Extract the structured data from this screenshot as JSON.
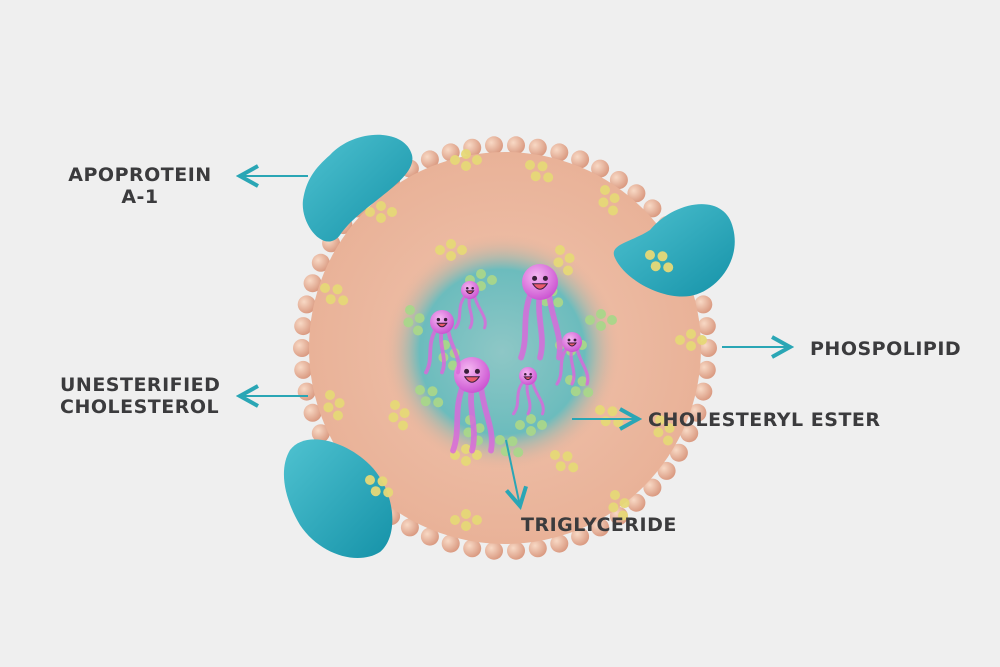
{
  "labels": {
    "apoprotein": {
      "line1": "APOPROTEIN",
      "line2": "A-1"
    },
    "unesterified": {
      "line1": "UNESTERIFIED",
      "line2": "CHOLESTEROL"
    },
    "phospholipid": "PHOSPOLIPID",
    "cholesteryl_ester": "CHOLESTERYL ESTER",
    "triglyceride": "TRIGLYCERIDE"
  },
  "colors": {
    "background": "#efefef",
    "particle_body": "#ebb89f",
    "phospholipid_head": "#e0a48c",
    "core": "#5bb3b5",
    "apoprotein": "#22a6b8",
    "cholesterol_dots": "#e6d877",
    "ester_dots": "#a9d68a",
    "triglyceride": "#d86adb",
    "arrow": "#2aa6b5",
    "label_text": "#3b3b3d"
  }
}
